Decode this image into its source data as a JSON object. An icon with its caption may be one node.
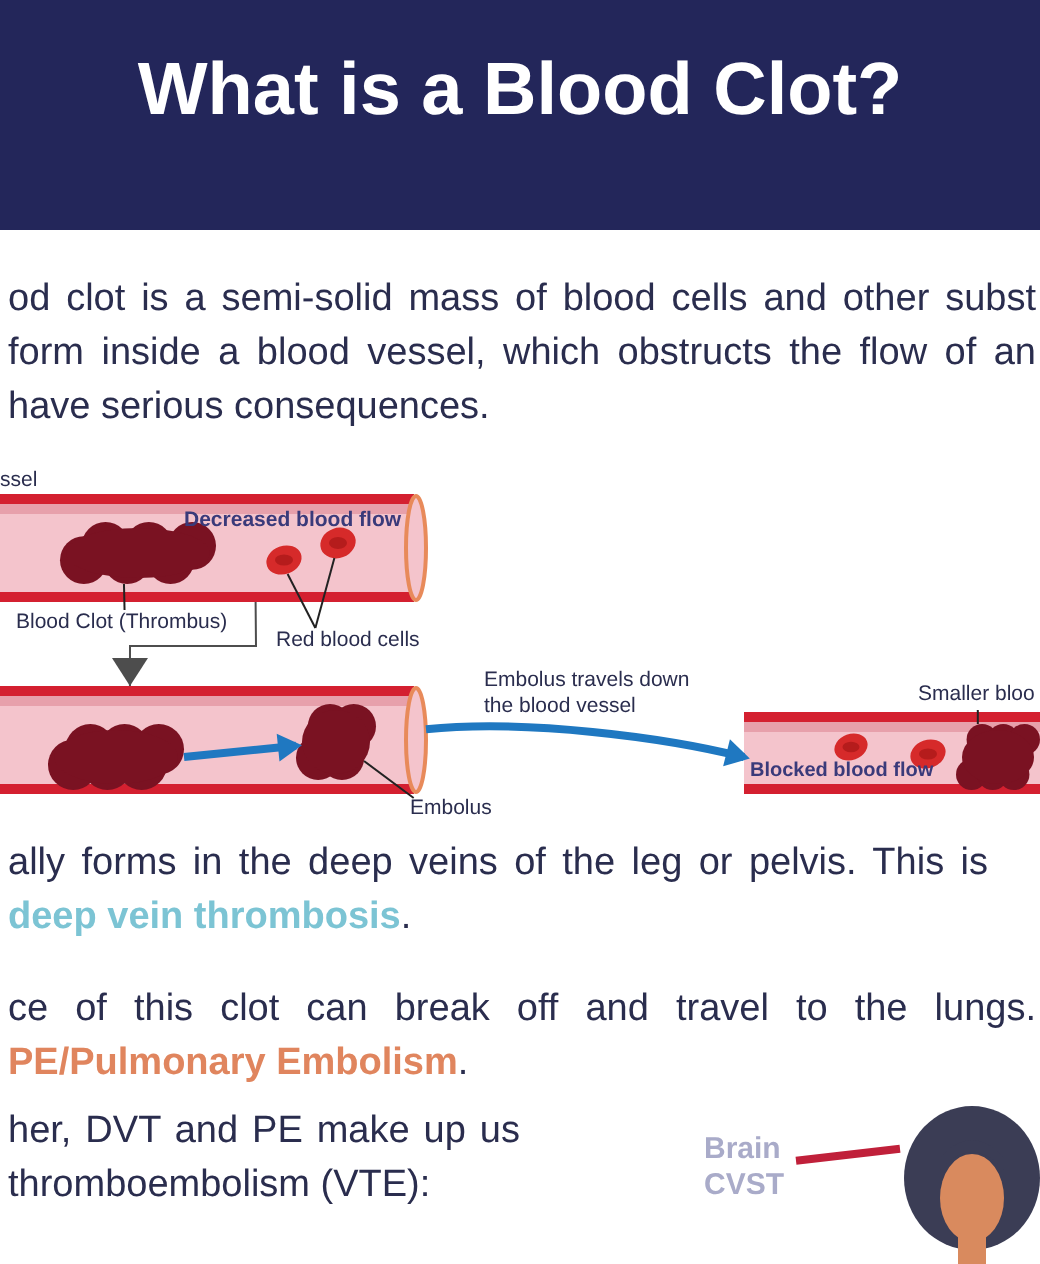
{
  "diagram": {
    "title": "What is a Blood Clot?",
    "nodes": [
      {
        "text": [],
        "shape": "picture"
      },
      {
        "text": [],
        "shape": "picture",
        "in": 0
      },
      {
        "text": [],
        "shape": "circle",
        "in": 0
      },
      {
        "text": [],
        "shape": "circle",
        "in": 0
      },
      {
        "text": [
          "Blood Clot (Thrombus)"
        ]
      },
      {
        "text": [
          "Red blood cells"
        ]
      },
      {
        "text": [],
        "shape": "picture"
      },
      {
        "text": [],
        "shape": "picture",
        "in": 6
      },
      {
        "text": [],
        "shape": "picture",
        "in": 6
      },
      {
        "text": [
          "Embolus"
        ]
      },
      {
        "text": [],
        "shape": "picture"
      },
      {
        "text": [],
        "shape": "circle",
        "in": 10
      },
      {
        "text": [],
        "shape": "circle",
        "in": 10
      },
      {
        "text": [],
        "shape": "picture",
        "in": 10
      },
      {
        "text": [
          "Smaller bloo"
        ]
      },
      {
        "text": [
          "Brain CVST"
        ]
      },
      {
        "text": [],
        "shape": "person"
      }
    ],
    "edges": [
      {
        "from": 4,
        "to": 1,
        "arrow": "none"
      },
      {
        "from": 5,
        "to": 2,
        "arrow": "none"
      },
      {
        "from": 5,
        "to": 3,
        "arrow": "none"
      },
      {
        "from": 0,
        "to": 6,
        "arrow": "to",
        "color": "#4d4d4d"
      },
      {
        "from": 7,
        "to": 8,
        "arrow": "to",
        "style": "thick",
        "color": "#1f78c1"
      },
      {
        "from": 6,
        "to": 10,
        "arrow": "to",
        "style": "thick",
        "color": "#1f78c1"
      },
      {
        "from": 9,
        "to": 8,
        "arrow": "none"
      },
      {
        "from": 14,
        "to": 13,
        "arrow": "none"
      },
      {
        "from": 15,
        "to": 16,
        "arrow": "none",
        "style": "thick",
        "color": "#c0203a"
      }
    ],
    "labels": [
      "od clot is a semi-solid mass of blood cells and other subst form inside a blood vessel, which obstructs the flow of an have serious consequences.",
      "ssel",
      "Decreased blood flow",
      "Embolus travels down the blood vessel",
      "Blocked blood flow",
      "ally forms in the deep veins of the leg or pelvis.  This is **deep vein thrombosis**.",
      "ce of this clot can break off and travel to the lungs. **PE/Pulmonary Embolism**.",
      "her, DVT and PE make up us thromboembolism (VTE):"
    ]
  }
}
